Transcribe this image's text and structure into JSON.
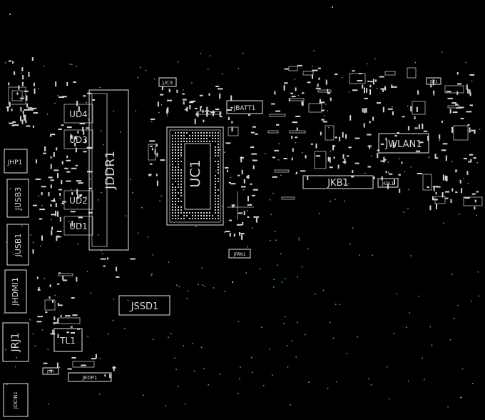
{
  "components": {
    "jhp1": "JHP1",
    "jusb3": "JUSB3",
    "jusb1": "JUSB1",
    "jhdmi1": "JHDMI1",
    "jrj1": "JRJ1",
    "jdcin1": "JDCIN1",
    "ud4": "UD4",
    "ud3": "UD3",
    "ud2": "UD2",
    "ud1": "UD1",
    "jddr1": "JDDR1",
    "uc3": "UC3",
    "uc1": "UC1",
    "jbatt1": "JBATT1",
    "jfan1": "JFAN1",
    "jssd1": "JSSD1",
    "tl1": "TL1",
    "jtsy": "JTSY",
    "jedp1": "JEDP1",
    "jkb1": "JKB1",
    "jkbl1": "JKBL1",
    "jwlan1": "JWLAN1",
    "jsp1": "JSP1"
  },
  "colors": {
    "background": "#000000",
    "outline": "#e6e6e6",
    "label": "#d8d8d8",
    "via": "#2bb8c2"
  }
}
